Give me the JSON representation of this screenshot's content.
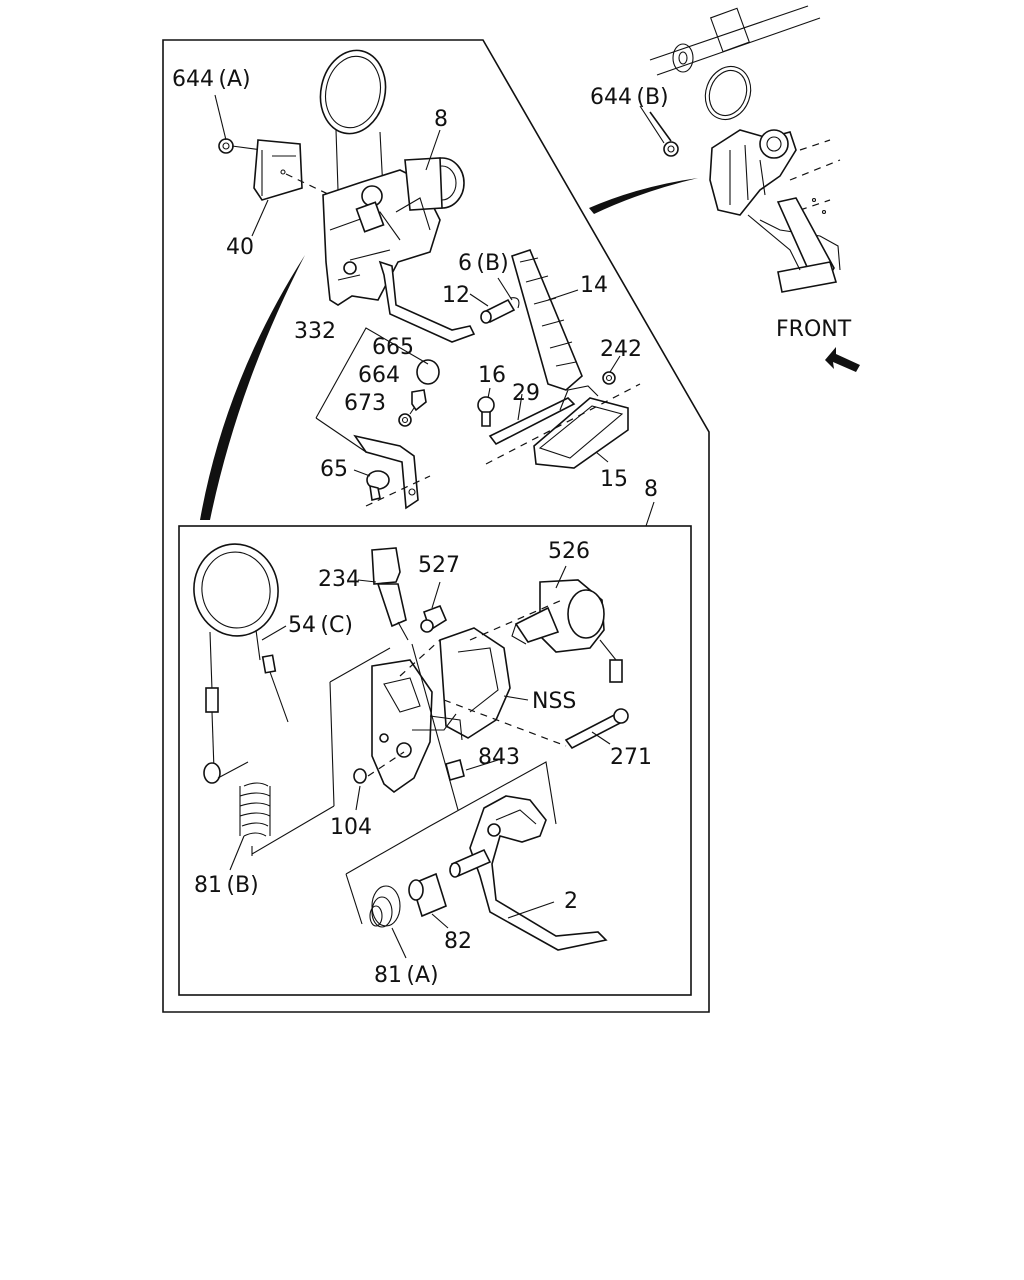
{
  "direction_label": "FRONT",
  "callouts": {
    "c644a": "644 (A)",
    "c644b": "644 (B)",
    "c8top": "8",
    "c40": "40",
    "c6b": "6 (B)",
    "c12": "12",
    "c14": "14",
    "c332": "332",
    "c665": "665",
    "c664": "664",
    "c673": "673",
    "c242": "242",
    "c16": "16",
    "c29": "29",
    "c65": "65",
    "c15": "15",
    "c8detail": "8",
    "c234": "234",
    "c527": "527",
    "c526": "526",
    "c54c": "54 (C)",
    "cNSS": "NSS",
    "c843": "843",
    "c271": "271",
    "c104": "104",
    "c81b": "81 (B)",
    "c2": "2",
    "c82": "82",
    "c81a": "81 (A)"
  }
}
